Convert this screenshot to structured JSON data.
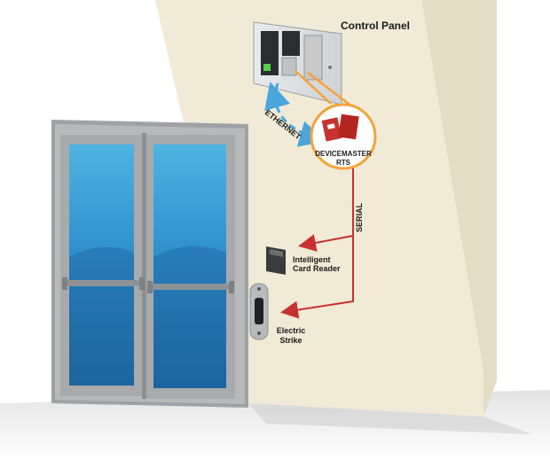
{
  "labels": {
    "control_panel": "Control Panel",
    "ethernet": "ETHERNET",
    "devicemaster_line1": "DEVICEMASTER",
    "devicemaster_line2": "RTS",
    "serial": "SERIAL",
    "card_reader_line1": "Intelligent",
    "card_reader_line2": "Card Reader",
    "electric_strike_line1": "Electric",
    "electric_strike_line2": "Strike"
  },
  "colors": {
    "wall": "#f1ead6",
    "wall_shadow": "#e4dcc4",
    "door_frame": "#a6a8aa",
    "glass_top": "#3aa4dc",
    "glass_bottom": "#1e6fae",
    "ethernet_line": "#4aa6dc",
    "serial_line": "#c8312f",
    "device_highlight": "#f3a33a",
    "panel_body": "#dfe2e4"
  }
}
